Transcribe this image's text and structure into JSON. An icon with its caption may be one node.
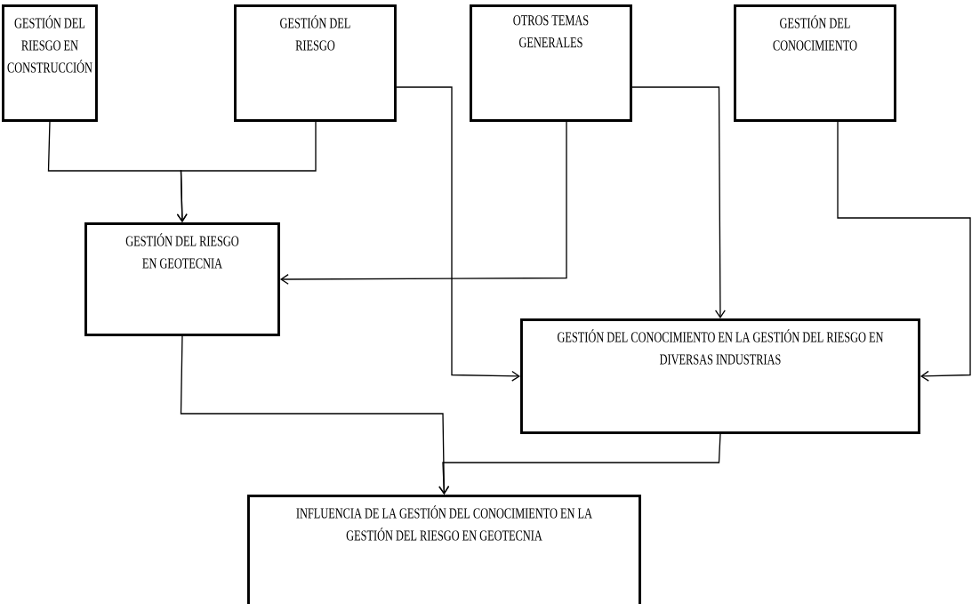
{
  "diagram": {
    "nodes": [
      {
        "text": [
          "GESTIÓN DEL RIESGO EN CONSTRUCCIÓN"
        ]
      },
      {
        "text": [
          "GESTIÓN DEL RIESGO"
        ]
      },
      {
        "text": [
          "OTROS TEMAS GENERALES"
        ]
      },
      {
        "text": [
          "GESTIÓN DEL CONOCIMIENTO"
        ]
      },
      {
        "text": [
          "GESTIÓN DEL RIESGO EN GEOTECNIA"
        ]
      },
      {
        "text": [
          "GESTIÓN DEL CONOCIMIENTO EN LA GESTIÓN DEL RIESGO EN DIVERSAS INDUSTRIAS"
        ]
      },
      {
        "text": [
          "INFLUENCIA DE LA GESTIÓN DEL CONOCIMIENTO EN LA GESTIÓN DEL RIESGO EN GEOTECNIA"
        ]
      }
    ],
    "edges": [
      {
        "from": 0,
        "to": 4,
        "arrow": "to"
      },
      {
        "from": 1,
        "to": 4,
        "arrow": "to"
      },
      {
        "from": 1,
        "to": 5,
        "arrow": "to"
      },
      {
        "from": 2,
        "to": 4,
        "arrow": "to"
      },
      {
        "from": 2,
        "to": 5,
        "arrow": "to"
      },
      {
        "from": 3,
        "to": 5,
        "arrow": "to"
      },
      {
        "from": 4,
        "to": 6,
        "arrow": "to"
      },
      {
        "from": 5,
        "to": 6,
        "arrow": "to"
      }
    ]
  }
}
